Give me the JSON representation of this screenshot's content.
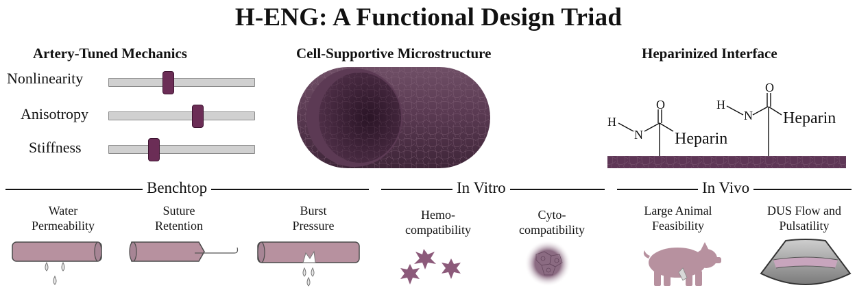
{
  "title": "H-ENG: A Functional Design Triad",
  "colors": {
    "accent": "#6b2d56",
    "tube_fill": "#b7919f",
    "tube_stroke": "#4a4a4a",
    "track": "#d0d0d0"
  },
  "mechanics": {
    "heading": "Artery-Tuned Mechanics",
    "sliders": [
      {
        "label": "Nonlinearity",
        "level": 0.41
      },
      {
        "label": "Anisotropy",
        "level": 0.61
      },
      {
        "label": "Stiffness",
        "level": 0.31
      }
    ]
  },
  "microstructure": {
    "heading": "Cell-Supportive Microstructure"
  },
  "interface": {
    "heading": "Heparinized Interface",
    "molecule_1": {
      "h": "H",
      "n": "N",
      "o": "O",
      "heparin": "Heparin"
    },
    "molecule_2": {
      "h": "H",
      "n": "N",
      "o": "O",
      "heparin": "Heparin"
    }
  },
  "categories": [
    {
      "label": "Benchtop"
    },
    {
      "label": "In Vitro"
    },
    {
      "label": "In Vivo"
    }
  ],
  "tests": [
    {
      "line1": "Water",
      "line2": "Permeability",
      "icon": "tube-droplets-icon"
    },
    {
      "line1": "Suture",
      "line2": "Retention",
      "icon": "tube-suture-icon"
    },
    {
      "line1": "Burst",
      "line2": "Pressure",
      "icon": "tube-burst-icon"
    },
    {
      "line1": "Hemo-",
      "line2": "compatibility",
      "icon": "platelet-icon"
    },
    {
      "line1": "Cyto-",
      "line2": "compatibility",
      "icon": "cell-layer-icon"
    },
    {
      "line1": "Large Animal",
      "line2": "Feasibility",
      "icon": "pig-icon"
    },
    {
      "line1": "DUS Flow and",
      "line2": "Pulsatility",
      "icon": "ultrasound-icon"
    }
  ]
}
